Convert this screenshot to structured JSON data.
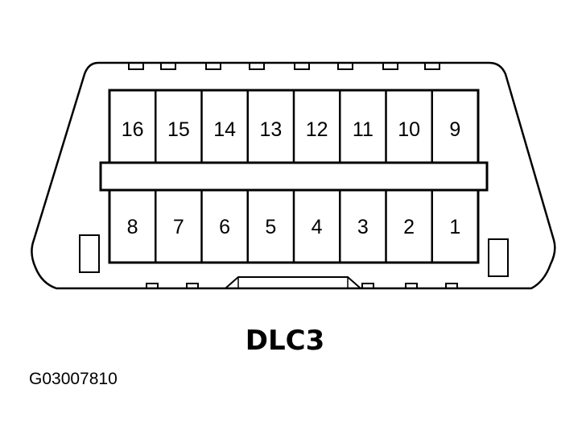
{
  "connector": {
    "name": "DLC3",
    "top_row_pins": [
      "16",
      "15",
      "14",
      "13",
      "12",
      "11",
      "10",
      "9"
    ],
    "bottom_row_pins": [
      "8",
      "7",
      "6",
      "5",
      "4",
      "3",
      "2",
      "1"
    ]
  },
  "figure_code": "G03007810",
  "colors": {
    "stroke": "#000000",
    "background": "#ffffff"
  }
}
